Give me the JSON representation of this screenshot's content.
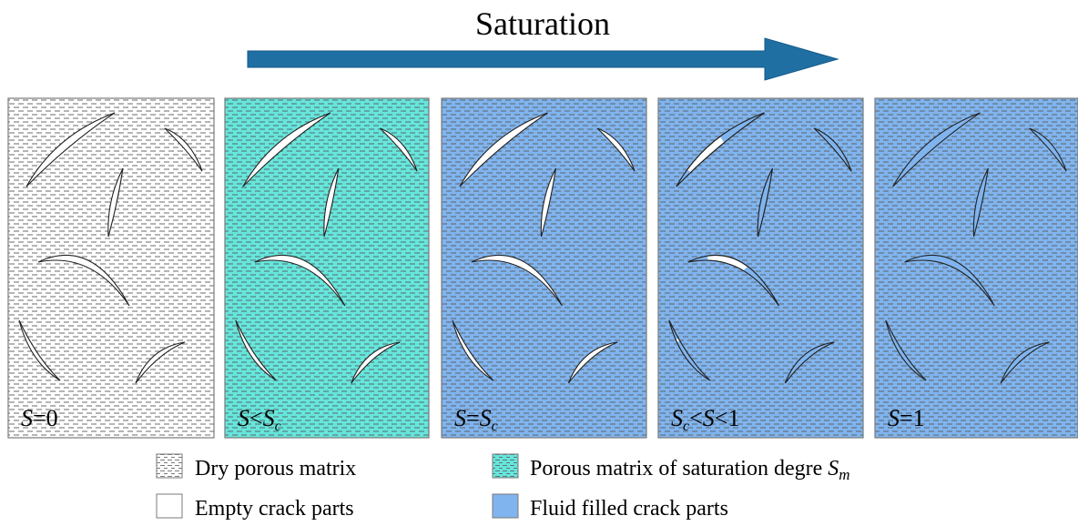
{
  "title": "Saturation",
  "colors": {
    "dry_matrix": "#ffffff",
    "partial_matrix": "#66e6dc",
    "saturated_matrix": "#80b4ee",
    "fluid_crack": "#80b4ee",
    "empty_crack": "#ffffff",
    "arrow": "#1f6fa3",
    "hatch": "#5a5a5a",
    "border": "#7a7a7a"
  },
  "panels": [
    {
      "id": "dry",
      "label": "S=0",
      "matrix": "dry",
      "crack_fill": "empty"
    },
    {
      "id": "below-critical",
      "label": "S<Sc",
      "matrix": "partial",
      "crack_fill": "empty"
    },
    {
      "id": "critical",
      "label": "S=Sc",
      "matrix": "saturated",
      "crack_fill": "empty"
    },
    {
      "id": "partial-crack",
      "label": "Sc<S<1",
      "matrix": "saturated",
      "crack_fill": "partial"
    },
    {
      "id": "full",
      "label": "S=1",
      "matrix": "saturated",
      "crack_fill": "full"
    }
  ],
  "legend": [
    {
      "label": "Dry porous matrix",
      "swatch": "dry-hatch"
    },
    {
      "label": "Porous matrix of saturation degre",
      "subscript_symbol": "Sm",
      "swatch": "partial-hatch"
    },
    {
      "label": "Empty crack parts",
      "swatch": "empty"
    },
    {
      "label": "Fluid filled crack parts",
      "swatch": "fluid"
    }
  ]
}
